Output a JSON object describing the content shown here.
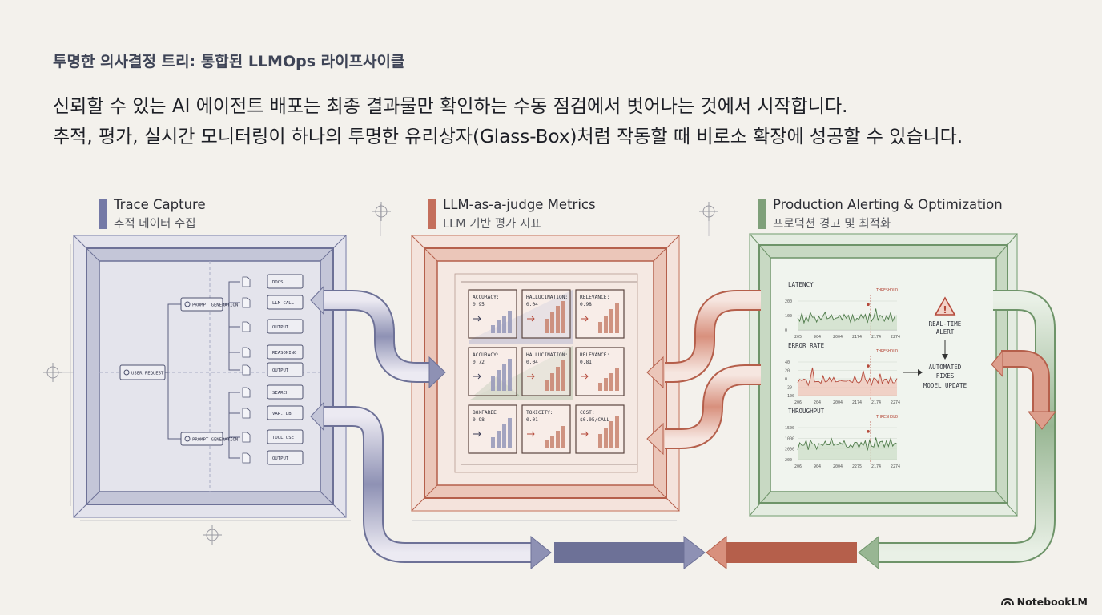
{
  "kicker": "투명한 의사결정 트리: 통합된 LLMOps 라이프사이클",
  "headline": {
    "line1": "신뢰할 수 있는 AI 에이전트 배포는 최종 결과물만 확인하는 수동 점검에서 벗어나는 것에서 시작합니다.",
    "line2": "추적, 평가, 실시간 모니터링이 하나의 투명한 유리상자(Glass-Box)처럼 작동할 때 비로소 확장에 성공할 수 있습니다."
  },
  "sections": [
    {
      "title": "Trace Capture",
      "subtitle": "추적 데이터 수집",
      "color": "#7479a6"
    },
    {
      "title": "LLM-as-a-judge Metrics",
      "subtitle": "LLM 기반 평가 지표",
      "color": "#c46f5c"
    },
    {
      "title": "Production Alerting & Optimization",
      "subtitle": "프로덕션 경고 및 최적화",
      "color": "#7fa07a"
    }
  ],
  "trace": {
    "root": "USER REQUEST",
    "branches": [
      {
        "label": "PROMPT GENERATION",
        "leaves": [
          "DOCS",
          "LLM CALL",
          "OUTPUT",
          "REASONING",
          "OUTPUT"
        ]
      },
      {
        "label": "PROMPT GENERATION",
        "leaves": [
          "SEARCH",
          "VAR. DB",
          "TOOL USE",
          "OUTPUT"
        ]
      }
    ]
  },
  "metrics": [
    {
      "name": "ACCURACY:",
      "value": "0.95"
    },
    {
      "name": "HALLUCINATION:",
      "value": "0.04"
    },
    {
      "name": "RELEVANCE:",
      "value": "0.98"
    },
    {
      "name": "ACCURACY:",
      "value": "0.72"
    },
    {
      "name": "HALLUCINATION:",
      "value": "0.04"
    },
    {
      "name": "RELEVANCE:",
      "value": "0.81"
    },
    {
      "name": "BOXFAREE",
      "value": "0.98"
    },
    {
      "name": "TOXICITY:",
      "value": "0.01"
    },
    {
      "name": "COST:",
      "value": "$0.05/CALL"
    }
  ],
  "monitors": [
    {
      "title": "LATENCY",
      "threshold": "THRESHOLD",
      "yticks": [
        "200",
        "100",
        "0"
      ],
      "xticks": [
        "205",
        "904",
        "2004",
        "2174",
        "2174",
        "2274"
      ]
    },
    {
      "title": "ERROR RATE",
      "threshold": "THRESHOLD",
      "yticks": [
        "40",
        "20",
        "0",
        "-20",
        "-100"
      ],
      "xticks": [
        "206",
        "204",
        "2004",
        "2174",
        "2174",
        "2274"
      ]
    },
    {
      "title": "THROUGHPUT",
      "threshold": "THRESHOLD",
      "yticks": [
        "1500",
        "1000",
        "2000",
        "200"
      ],
      "xticks": [
        "206",
        "904",
        "2004",
        "2275",
        "2174",
        "2274"
      ]
    }
  ],
  "alert": {
    "label1": "REAL-TIME",
    "label2": "ALERT",
    "action1": "AUTOMATED",
    "action2": "FIXES",
    "action3": "MODEL UPDATE"
  },
  "footer": {
    "brand": "NotebookLM",
    "icon": "notebooklm-logo-icon"
  }
}
